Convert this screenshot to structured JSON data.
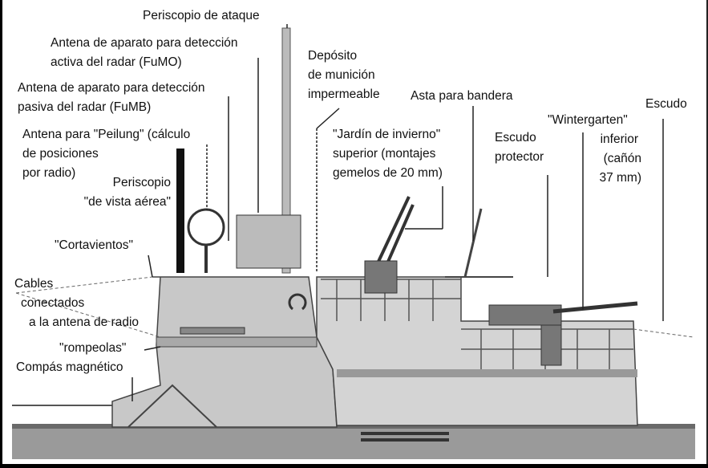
{
  "labels": {
    "periscopio_ataque": [
      "Periscopio de ataque"
    ],
    "fumo": [
      "Antena de aparato para detección",
      "activa del radar (FuMO)"
    ],
    "deposito": [
      "Depósito",
      "de munición",
      "impermeable"
    ],
    "fumb": [
      "Antena de aparato para detección",
      "pasiva del radar (FuMB)"
    ],
    "asta": [
      "Asta para bandera"
    ],
    "escudo": [
      "Escudo"
    ],
    "wintergarten": [
      "\"Wintergarten\"",
      "inferior",
      "(cañón",
      "37 mm)"
    ],
    "jardin": [
      "\"Jardín de invierno\"",
      "superior (montajes",
      "gemelos de 20 mm)"
    ],
    "escudo_protector": [
      "Escudo",
      "protector"
    ],
    "peilung": [
      "Antena para \"Peilung\" (cálculo",
      "de posiciones",
      "por radio)"
    ],
    "periscopio_aereo": [
      "Periscopio",
      "\"de vista aérea\""
    ],
    "cortavientos": [
      "\"Cortavientos\""
    ],
    "cables": [
      "Cables",
      "conectados",
      "a la antena de radio"
    ],
    "rompeolas": [
      "\"rompeolas\""
    ],
    "compas": [
      "Compás magnético"
    ]
  }
}
